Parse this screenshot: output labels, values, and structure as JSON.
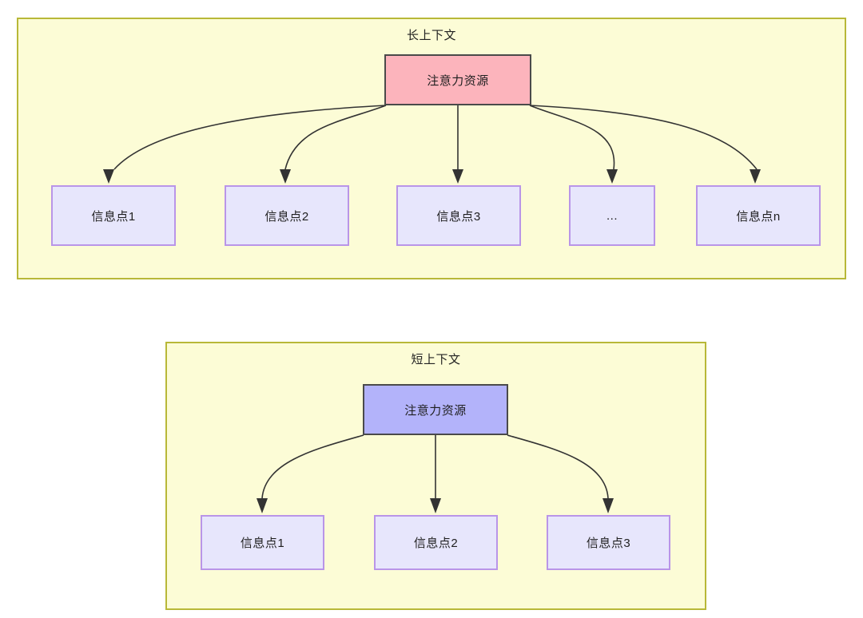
{
  "diagram": {
    "type": "two-panel-node-diagram",
    "background_color": "#ffffff",
    "panels": [
      {
        "id": "long-context",
        "title": "长上下文",
        "fill_color": "#fcfcd6",
        "border_color": "#b8b838",
        "root": {
          "label": "注意力资源",
          "fill_color": "#fcb4bc",
          "border_color": "#4a4a4a"
        },
        "children": [
          {
            "label": "信息点1",
            "fill_color": "#e7e6fc",
            "border_color": "#b995e8"
          },
          {
            "label": "信息点2",
            "fill_color": "#e7e6fc",
            "border_color": "#b995e8"
          },
          {
            "label": "信息点3",
            "fill_color": "#e7e6fc",
            "border_color": "#b995e8"
          },
          {
            "label": "...",
            "fill_color": "#e7e6fc",
            "border_color": "#b995e8"
          },
          {
            "label": "信息点n",
            "fill_color": "#e7e6fc",
            "border_color": "#b995e8"
          }
        ]
      },
      {
        "id": "short-context",
        "title": "短上下文",
        "fill_color": "#fcfcd6",
        "border_color": "#b8b838",
        "root": {
          "label": "注意力资源",
          "fill_color": "#b3b3fa",
          "border_color": "#4a4a4a"
        },
        "children": [
          {
            "label": "信息点1",
            "fill_color": "#e7e6fc",
            "border_color": "#b995e8"
          },
          {
            "label": "信息点2",
            "fill_color": "#e7e6fc",
            "border_color": "#b995e8"
          },
          {
            "label": "信息点3",
            "fill_color": "#e7e6fc",
            "border_color": "#b995e8"
          }
        ]
      }
    ],
    "edge_color": "#333333"
  }
}
